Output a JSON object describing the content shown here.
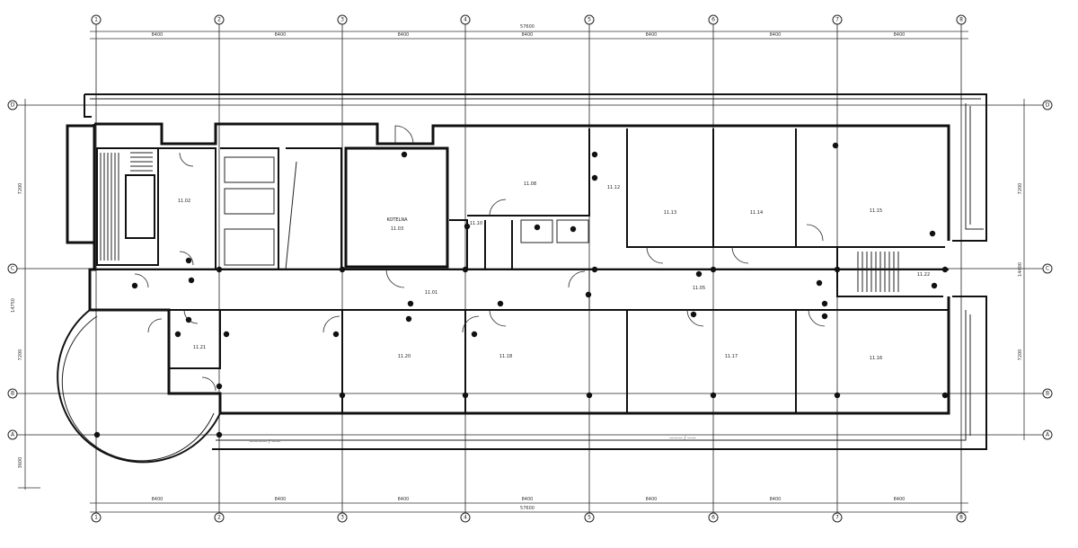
{
  "drawing": {
    "grid_columns": [
      "1",
      "2",
      "3",
      "4",
      "5",
      "6",
      "7",
      "8"
    ],
    "grid_rows_left": [
      "D",
      "C",
      "B",
      "A"
    ],
    "grid_rows_right": [
      "D",
      "C",
      "B",
      "A"
    ],
    "top_dimensions": [
      "8400",
      "8400",
      "8400",
      "8400",
      "8400",
      "8400",
      "8400"
    ],
    "top_total": "57600",
    "bottom_dimensions": [
      "8400",
      "8400",
      "8400",
      "8400",
      "8400",
      "8400",
      "8400"
    ],
    "bottom_total": "57600",
    "left_dimensions": [
      "7200",
      "14750",
      "7200",
      "3600"
    ],
    "right_dimensions": [
      "7200",
      "14400",
      "7200"
    ]
  },
  "rooms": [
    {
      "id": "r02",
      "label": "11.02"
    },
    {
      "id": "r03",
      "label": "11.03",
      "name": "KOTELNA"
    },
    {
      "id": "r08",
      "label": "11.08"
    },
    {
      "id": "r12",
      "label": "11.12"
    },
    {
      "id": "r13",
      "label": "11.13"
    },
    {
      "id": "r14",
      "label": "11.14"
    },
    {
      "id": "r15",
      "label": "11.15"
    },
    {
      "id": "r16",
      "label": "11.16"
    },
    {
      "id": "r17",
      "label": "11.17"
    },
    {
      "id": "r18",
      "label": "11.18"
    },
    {
      "id": "r20",
      "label": "11.20"
    },
    {
      "id": "r21",
      "label": "11.21"
    },
    {
      "id": "r05",
      "label": "11.05"
    },
    {
      "id": "r01",
      "label": "11.01"
    },
    {
      "id": "r10",
      "label": "11.10"
    },
    {
      "id": "r22",
      "label": "11.22"
    }
  ],
  "notes": {
    "bottom_left": "———— / ——",
    "bottom_right": "——— / ——"
  }
}
